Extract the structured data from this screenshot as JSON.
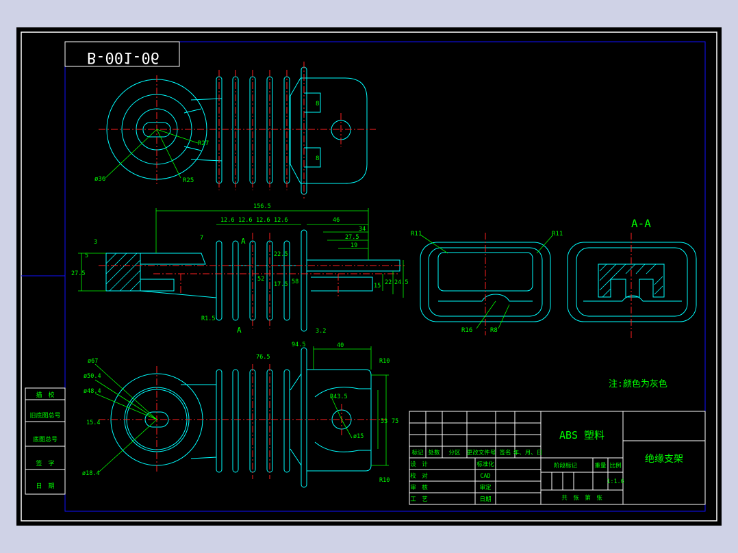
{
  "drawing": {
    "code": "B-001-06",
    "section_title": "A-A",
    "section_marker": "A",
    "note": "注:颜色为灰色",
    "material": "ABS 塑料",
    "part_name": "绝缘支架",
    "scale": "1:1.6",
    "colors": {
      "background": "#000000",
      "outline": "#00ffff",
      "center": "#ff0000",
      "text": "#00ff00",
      "border": "#0000ff",
      "frame": "#ffffff"
    }
  },
  "dimensions": {
    "top_view": [
      "8",
      "8",
      "R27",
      "R25",
      "ø36"
    ],
    "front_view": [
      "156.5",
      "12.6",
      "12.6",
      "12.6",
      "12.6",
      "46",
      "34",
      "27.5",
      "19",
      "3",
      "5",
      "7",
      "27.5",
      "22.5",
      "17.5",
      "52",
      "58",
      "15",
      "22",
      "24.5",
      "R1.5",
      "3.2"
    ],
    "section_view": [
      "R11",
      "R11",
      "R16",
      "R8"
    ],
    "bottom_view": [
      "94.5",
      "76.5",
      "40",
      "R10",
      "ø67",
      "ø50.4",
      "ø48.4",
      "15.4",
      "R43.5",
      "ø15",
      "53",
      "75",
      "ø18.4",
      "R10"
    ]
  },
  "side_panel": [
    "描　校",
    "旧底图总号",
    "底图总号",
    "签　字",
    "日　期"
  ],
  "title_block": {
    "header_row": [
      "标记",
      "处数",
      "分区",
      "更改文件号",
      "签名",
      "年、月、日"
    ],
    "left_rows": [
      "设　计",
      "校　对",
      "审　核",
      "工　艺"
    ],
    "mid_rows": [
      "标准化",
      "CAD",
      "审定",
      "日期"
    ],
    "stage": "阶段标记",
    "weight": "重量",
    "ratio": "比例",
    "sheets": "共　张　第　张"
  }
}
